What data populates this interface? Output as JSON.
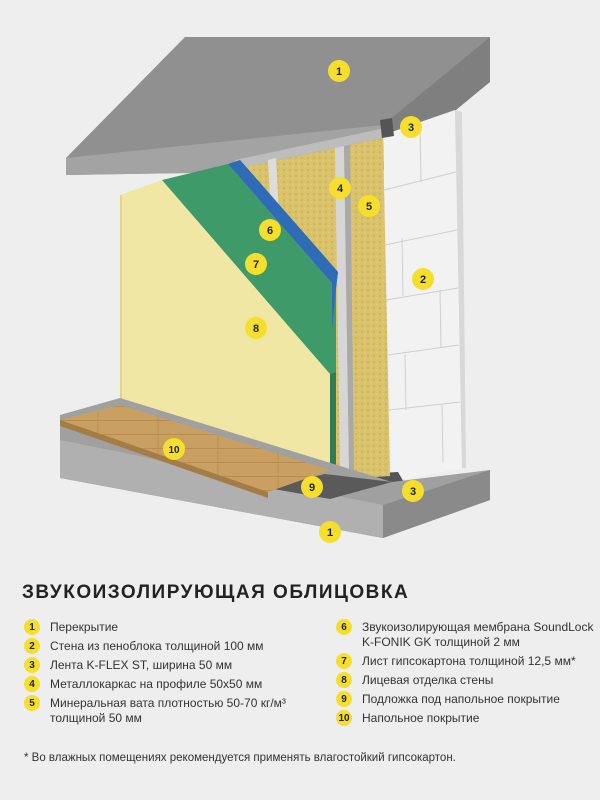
{
  "title": "ЗВУКОИЗОЛИРУЮЩАЯ ОБЛИЦОВКА",
  "legend_left": [
    {
      "num": "1",
      "text": "Перекрытие"
    },
    {
      "num": "2",
      "text": "Стена из пеноблока толщиной 100 мм"
    },
    {
      "num": "3",
      "text": "Лента K-FLEX ST, ширина 50 мм"
    },
    {
      "num": "4",
      "text": "Металлокаркас на профиле 50х50 мм"
    },
    {
      "num": "5",
      "text": "Минеральная вата плотностью 50-70 кг/м³ толщиной 50 мм"
    }
  ],
  "legend_right": [
    {
      "num": "6",
      "text": "Звукоизолирующая мембрана SoundLock K-FONIK GK толщиной 2 мм"
    },
    {
      "num": "7",
      "text": "Лист гипсокартона толщиной 12,5 мм*"
    },
    {
      "num": "8",
      "text": "Лицевая отделка стены"
    },
    {
      "num": "9",
      "text": "Подложка под напольное покрытие"
    },
    {
      "num": "10",
      "text": "Напольное покрытие"
    }
  ],
  "footnote": "* Во влажных помещениях рекомендуется применять влагостойкий гипсокартон.",
  "markers": {
    "top_slab": "1",
    "bottom_slab": "1",
    "tape_top": "3",
    "tape_bottom": "3",
    "block_wall": "2",
    "frame": "4",
    "wool": "5",
    "membrane": "6",
    "drywall": "7",
    "finish": "8",
    "underlay": "9",
    "flooring": "10"
  },
  "colors": {
    "marker": "#f6df2c",
    "concrete": "#8e8e8e",
    "block": "#f2f2f2",
    "wool": "#d9c26a",
    "membrane": "#2f6cb8",
    "drywall": "#3f9a6a",
    "finish": "#f0e7a5",
    "flooring": "#c9a062",
    "background": "#eeeeee"
  }
}
